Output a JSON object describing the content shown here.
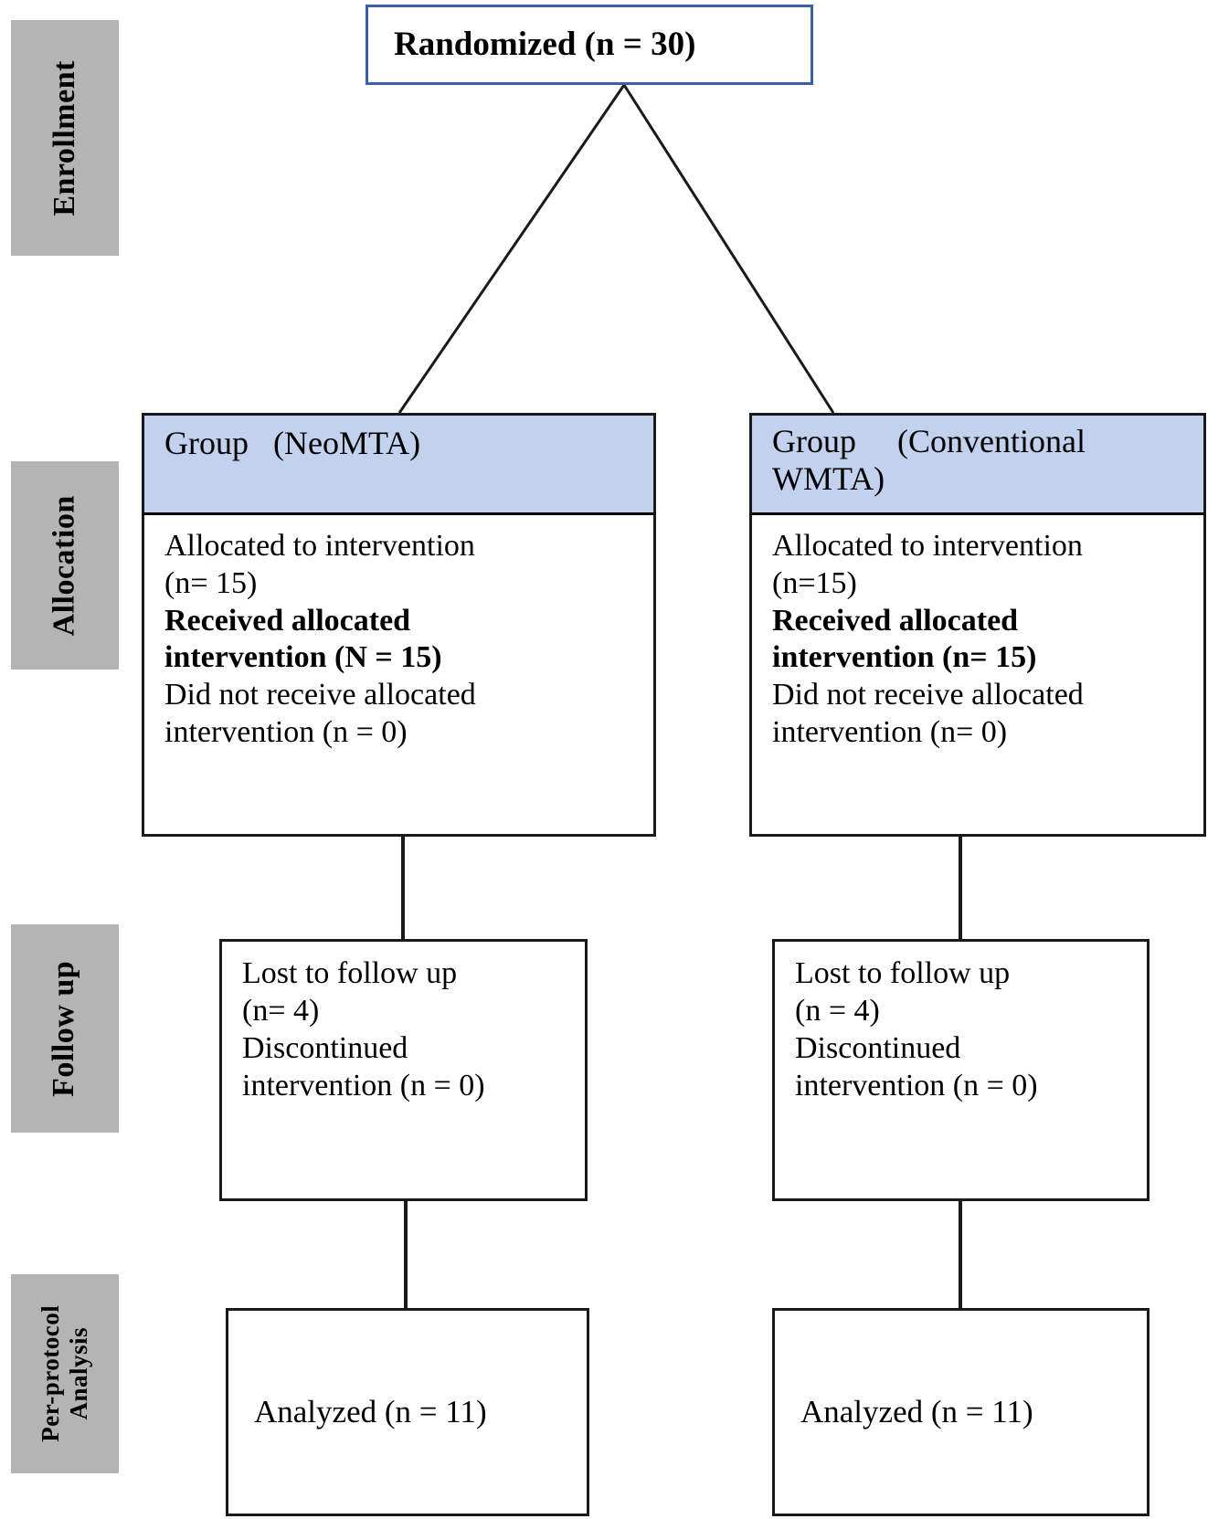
{
  "diagram": {
    "title": "CONSORT participant flow diagram",
    "colors": {
      "stage_label_bg": "#b4b4b4",
      "group_header_bg": "#c2d1ee",
      "randomized_border": "#3b5ea8",
      "box_border": "#1a1a1a",
      "text": "#000000"
    }
  },
  "stages": [
    {
      "id": "enrollment",
      "label": "Enrollment"
    },
    {
      "id": "allocation",
      "label": "Allocation"
    },
    {
      "id": "followup",
      "label": "Follow up"
    },
    {
      "id": "analysis",
      "label_line1": "Per-protocol",
      "label_line2": "Analysis"
    }
  ],
  "enrollment": {
    "randomized": "Randomized (n = 30)"
  },
  "arms": {
    "left": {
      "group_header": "Group   (NeoMTA)",
      "allocation_lines": [
        {
          "text": "Allocated to intervention",
          "bold": false
        },
        {
          "text": "(n= 15)",
          "bold": false
        },
        {
          "text": "Received allocated",
          "bold": true
        },
        {
          "text": "intervention (N = 15)",
          "bold": true
        },
        {
          "text": "Did not receive allocated",
          "bold": false
        },
        {
          "text": "intervention (n = 0)",
          "bold": false
        }
      ],
      "followup_lines": [
        "Lost to follow up",
        "(n= 4)",
        "Discontinued",
        "intervention (n = 0)"
      ],
      "analyzed": "Analyzed (n = 11)"
    },
    "right": {
      "group_header_line1": "Group     (Conventional",
      "group_header_line2": "WMTA)",
      "allocation_lines": [
        {
          "text": "Allocated to intervention",
          "bold": false
        },
        {
          "text": "(n=15)",
          "bold": false
        },
        {
          "text": "Received allocated",
          "bold": true
        },
        {
          "text": "intervention (n= 15)",
          "bold": true
        },
        {
          "text": "Did not receive allocated",
          "bold": false
        },
        {
          "text": "intervention (n= 0)",
          "bold": false
        }
      ],
      "followup_lines": [
        "Lost to follow up",
        "(n = 4)",
        "Discontinued",
        "intervention (n = 0)"
      ],
      "analyzed": "Analyzed (n = 11)"
    }
  }
}
